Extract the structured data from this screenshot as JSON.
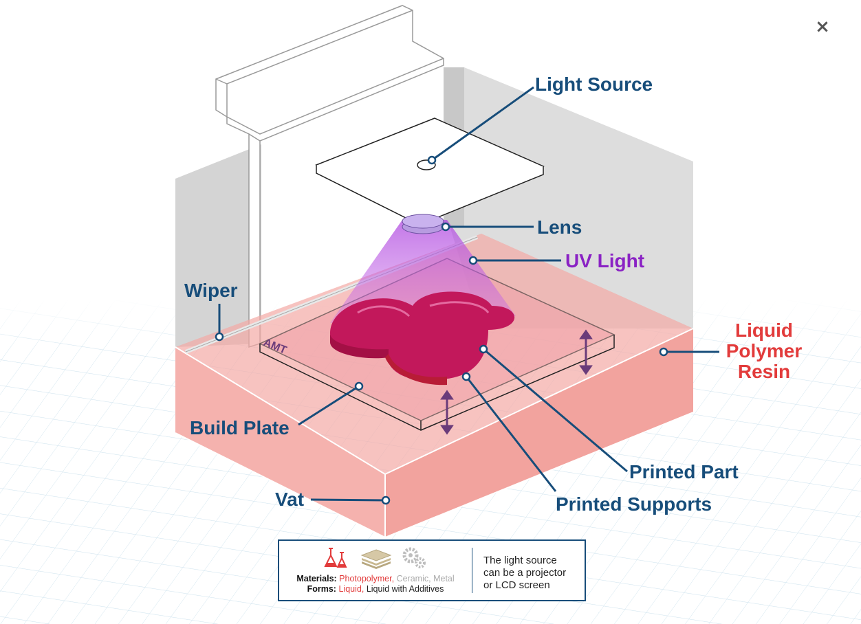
{
  "labels": {
    "light_source": "Light Source",
    "lens": "Lens",
    "uv_light": "UV Light",
    "wiper": "Wiper",
    "liquid_resin": [
      "Liquid",
      "Polymer",
      "Resin"
    ],
    "build_plate": "Build Plate",
    "printed_part": "Printed Part",
    "vat": "Vat",
    "printed_supports": "Printed Supports"
  },
  "brand_mark": "AMT",
  "close_glyph": "×",
  "info": {
    "materials_label": "Materials:",
    "materials": [
      {
        "text": "Photopolymer",
        "style": "highlight"
      },
      {
        "text": "Ceramic",
        "style": "dim"
      },
      {
        "text": "Metal",
        "style": "dim"
      }
    ],
    "forms_label": "Forms:",
    "forms": [
      {
        "text": "Liquid",
        "style": "highlight"
      },
      {
        "text": "Liquid with Additives",
        "style": "normal"
      }
    ],
    "note": "The light source can be a projector or LCD screen",
    "icons": [
      "flask-icon",
      "layers-icon",
      "gears-icon"
    ]
  },
  "colors": {
    "label_blue": "#174d7a",
    "uv_purple": "#8a22c4",
    "resin_red": "#e23b3b",
    "part_magenta": "#c2185b"
  }
}
